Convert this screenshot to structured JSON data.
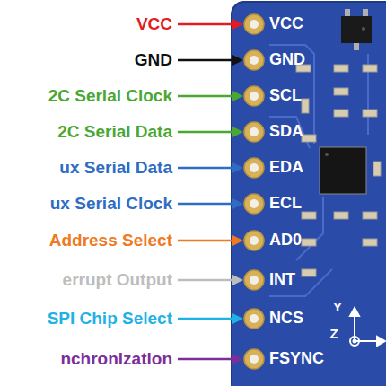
{
  "diagram": {
    "labels": [
      "VCC",
      "GND",
      "2C Serial Clock",
      "2C Serial Data",
      "ux Serial Data",
      "ux Serial Clock",
      "Address Select",
      "errupt Output",
      "SPI Chip Select",
      "nchronization",
      "VCC",
      "GND",
      "SCL",
      "SDA",
      "EDA",
      "ECL",
      "AD0",
      "INT",
      "NCS",
      "FSYNC",
      "Y",
      "Z"
    ]
  }
}
